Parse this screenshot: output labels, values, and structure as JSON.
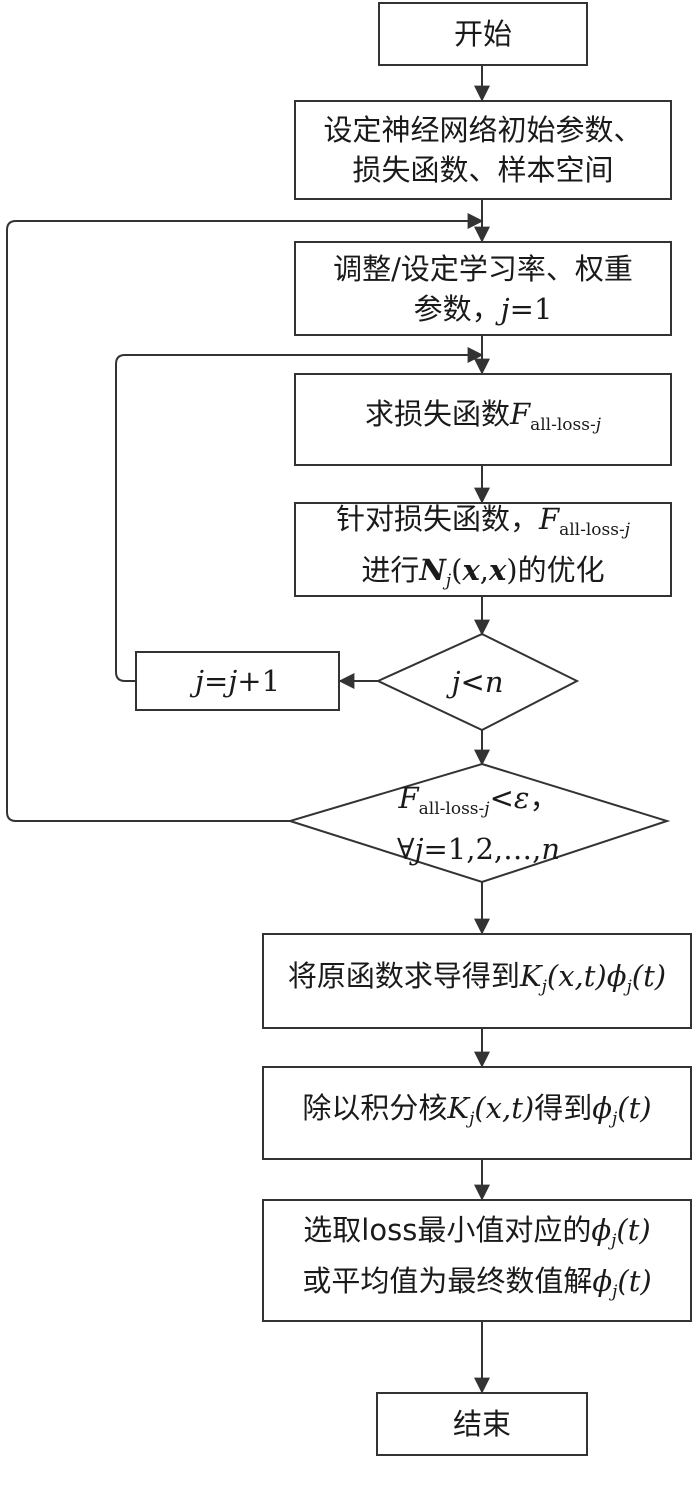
{
  "nodes": {
    "start": {
      "label": "开始"
    },
    "init": {
      "line1": "设定神经网络初始参数、",
      "line2": "损失函数、样本空间"
    },
    "adjust": {
      "line1": "调整/设定学习率、权重",
      "line2_text": "参数，",
      "var": "j",
      "op": "=",
      "val": "1"
    },
    "loss": {
      "text": "求损失函数",
      "sym": "F",
      "sub": "all-loss-",
      "subvar": "j"
    },
    "optimize": {
      "line1_text": "针对损失函数，",
      "sym": "F",
      "sub": "all-loss-",
      "subvar": "j",
      "line2_pre": "进行",
      "N": "N",
      "N_sub": "j",
      "args_open": "(",
      "arg1": "x",
      "comma": ",",
      "arg2": "x",
      "args_close": ")",
      "line2_post": "的优化"
    },
    "decision1": {
      "lhs": "j",
      "op": "<",
      "rhs": "n"
    },
    "increment": {
      "lhs": "j",
      "eq": "=",
      "rhs": "j",
      "plus": "+1"
    },
    "decision2": {
      "sym": "F",
      "sub": "all-loss-",
      "subvar": "j",
      "lt": "<",
      "eps": "ε",
      "sep": "，",
      "forall": "∀",
      "var": "j",
      "eq": "=",
      "seq": "1,2,…,",
      "n": "n"
    },
    "derive": {
      "text": "将原函数求导得到",
      "K": "K",
      "K_sub": "j",
      "K_args": "(x,t)",
      "phi": "ϕ",
      "phi_sub": "j",
      "phi_args": "(t)"
    },
    "divide": {
      "text1": "除以积分核",
      "K": "K",
      "K_sub": "j",
      "K_args": "(x,t)",
      "text2": "得到",
      "phi": "ϕ",
      "phi_sub": "j",
      "phi_args": "(t)"
    },
    "select": {
      "line1_text": "选取loss最小值对应的",
      "phi": "ϕ",
      "phi_sub": "j",
      "phi_args": "(t)",
      "line2_text": "或平均值为最终数值解",
      "phi2": "ϕ",
      "phi2_sub": "j",
      "phi2_args": "(t)"
    },
    "end": {
      "label": "结束"
    }
  },
  "colors": {
    "line": "#333333",
    "text": "#1a1a1a",
    "background": "#ffffff"
  }
}
